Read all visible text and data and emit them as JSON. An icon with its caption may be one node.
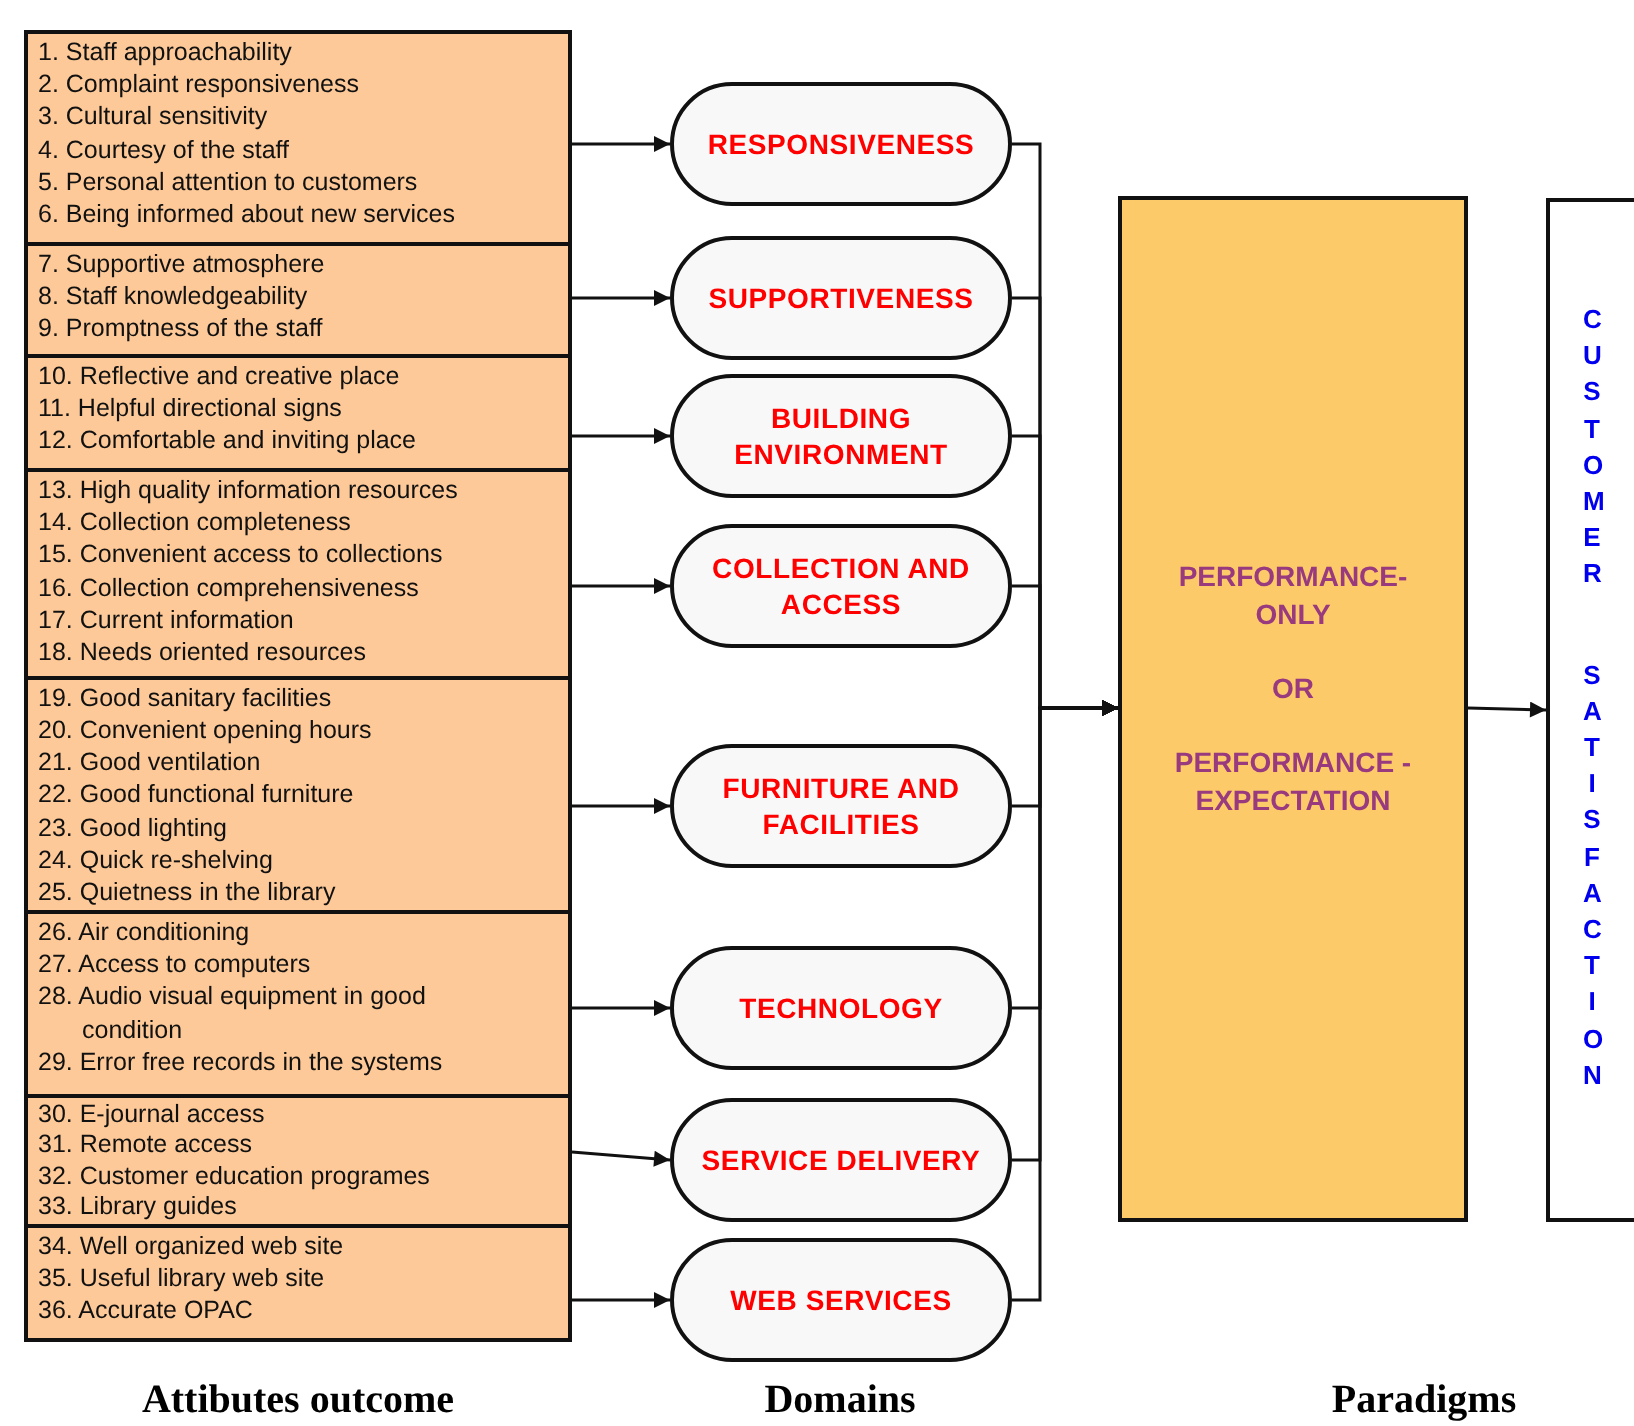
{
  "diagram": {
    "nodes": [
      {
        "text": [
          "1. Staff approachability",
          "2. Complaint responsiveness",
          "3. Cultural sensitivity",
          "4. Courtesy of the staff",
          "5. Personal attention to customers",
          "6. Being informed about new services"
        ]
      },
      {
        "text": [
          "7. Supportive atmosphere",
          "8. Staff knowledgeability",
          "9. Promptness of the staff"
        ]
      },
      {
        "text": [
          "10. Reflective and creative place",
          "11. Helpful directional signs",
          "12. Comfortable and inviting place"
        ]
      },
      {
        "text": [
          "13. High quality information resources",
          "14. Collection completeness",
          "15. Convenient access to collections",
          "16. Collection comprehensiveness",
          "17. Current information",
          "18. Needs oriented resources"
        ]
      },
      {
        "text": [
          "19. Good sanitary facilities",
          "20. Convenient opening hours",
          "21. Good ventilation",
          "22. Good functional furniture",
          "23. Good lighting",
          "24. Quick re-shelving",
          "25. Quietness in the library"
        ]
      },
      {
        "text": [
          "26. Air conditioning",
          "27. Access to computers",
          "28. Audio visual equipment in good condition",
          "29. Error free records in the systems"
        ]
      },
      {
        "text": [
          "30. E-journal access",
          "31. Remote access",
          "32. Customer education programes",
          "33. Library guides"
        ]
      },
      {
        "text": [
          "34. Well organized web site",
          "35. Useful library web site",
          "36. Accurate OPAC"
        ]
      },
      {
        "text": [
          "RESPONSIVENESS"
        ]
      },
      {
        "text": [
          "SUPPORTIVENESS"
        ]
      },
      {
        "text": [
          "BUILDING ENVIRONMENT"
        ]
      },
      {
        "text": [
          "COLLECTION AND ACCESS"
        ]
      },
      {
        "text": [
          "FURNITURE AND FACILITIES"
        ]
      },
      {
        "text": [
          "TECHNOLOGY"
        ]
      },
      {
        "text": [
          "SERVICE DELIVERY"
        ]
      },
      {
        "text": [
          "WEB SERVICES"
        ]
      },
      {
        "text": [
          "PERFORMANCE-ONLY",
          "OR",
          "PERFORMANCE - EXPECTATION"
        ]
      },
      {
        "text": [
          "CUSTOMER",
          "SATISFACTION"
        ]
      }
    ],
    "edges": [
      {
        "from": 0,
        "to": 8,
        "arrow": "to"
      },
      {
        "from": 1,
        "to": 9,
        "arrow": "to"
      },
      {
        "from": 2,
        "to": 10,
        "arrow": "to"
      },
      {
        "from": 3,
        "to": 11,
        "arrow": "to"
      },
      {
        "from": 4,
        "to": 12,
        "arrow": "to"
      },
      {
        "from": 5,
        "to": 13,
        "arrow": "to"
      },
      {
        "from": 6,
        "to": 14,
        "arrow": "to"
      },
      {
        "from": 7,
        "to": 15,
        "arrow": "to"
      },
      {
        "from": 8,
        "to": 16,
        "arrow": "to"
      },
      {
        "from": 9,
        "to": 16,
        "arrow": "to"
      },
      {
        "from": 10,
        "to": 16,
        "arrow": "to"
      },
      {
        "from": 11,
        "to": 16,
        "arrow": "to"
      },
      {
        "from": 12,
        "to": 16,
        "arrow": "to"
      },
      {
        "from": 13,
        "to": 16,
        "arrow": "to"
      },
      {
        "from": 14,
        "to": 16,
        "arrow": "to"
      },
      {
        "from": 15,
        "to": 16,
        "arrow": "to"
      },
      {
        "from": 16,
        "to": 17,
        "arrow": "to"
      }
    ],
    "labels": [
      "Attibutes outcome",
      "Domains",
      "Paradigms"
    ]
  }
}
